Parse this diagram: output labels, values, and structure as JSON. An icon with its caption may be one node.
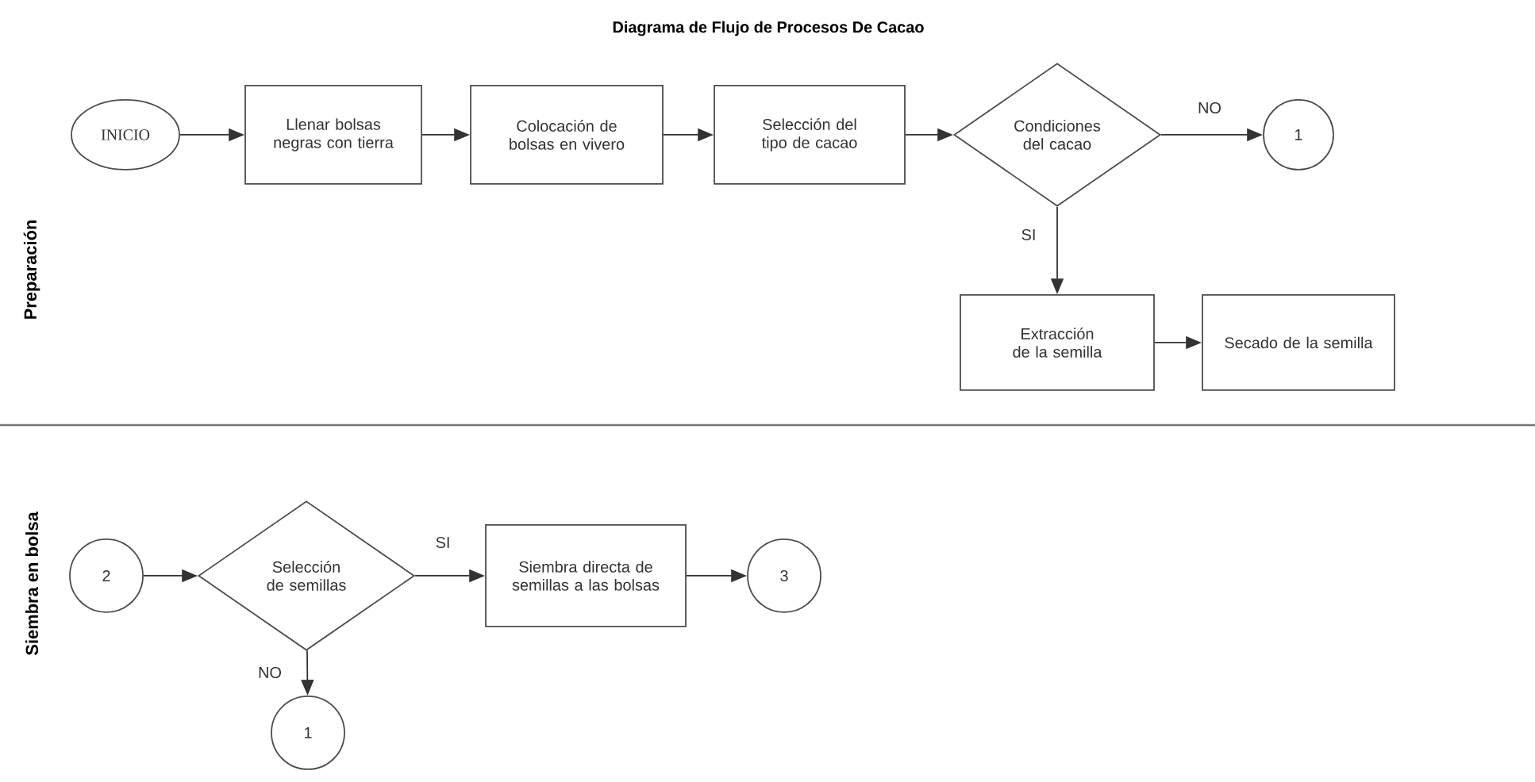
{
  "diagram": {
    "title": "Diagrama de Flujo de Procesos De Cacao",
    "nodes": [
      {
        "text": [
          "INICIO"
        ]
      },
      {
        "text": [
          "Llenar bolsas negras con tierra"
        ]
      },
      {
        "text": [
          "Colocación de bolsas en vivero"
        ]
      },
      {
        "text": [
          "Selección del tipo de cacao"
        ]
      },
      {
        "text": [
          "Condiciones del cacao"
        ]
      },
      {
        "text": [
          "1"
        ]
      },
      {
        "text": [
          "Extracción de la semilla"
        ]
      },
      {
        "text": [
          "Secado de la semilla"
        ]
      },
      {
        "text": [
          "2"
        ]
      },
      {
        "text": [
          "Selección de semillas"
        ]
      },
      {
        "text": [
          "Siembra directa de semillas a las bolsas"
        ]
      },
      {
        "text": [
          "3"
        ]
      },
      {
        "text": [
          "1"
        ]
      }
    ],
    "edges": [
      {
        "from": 0,
        "to": 1,
        "arrow": "to"
      },
      {
        "from": 1,
        "to": 2,
        "arrow": "to"
      },
      {
        "from": 2,
        "to": 3,
        "arrow": "to"
      },
      {
        "from": 3,
        "to": 4,
        "arrow": "to"
      },
      {
        "from": 4,
        "to": 5,
        "arrow": "to",
        "label": "NO"
      },
      {
        "from": 4,
        "to": 6,
        "arrow": "to",
        "label": "SI"
      },
      {
        "from": 6,
        "to": 7,
        "arrow": "to"
      },
      {
        "from": 8,
        "to": 9,
        "arrow": "to"
      },
      {
        "from": 9,
        "to": 10,
        "arrow": "to",
        "label": "SI"
      },
      {
        "from": 10,
        "to": 11,
        "arrow": "to"
      },
      {
        "from": 9,
        "to": 12,
        "arrow": "to",
        "label": "NO"
      }
    ],
    "labels": [
      "Preparación",
      "Siembra en bolsa"
    ]
  }
}
